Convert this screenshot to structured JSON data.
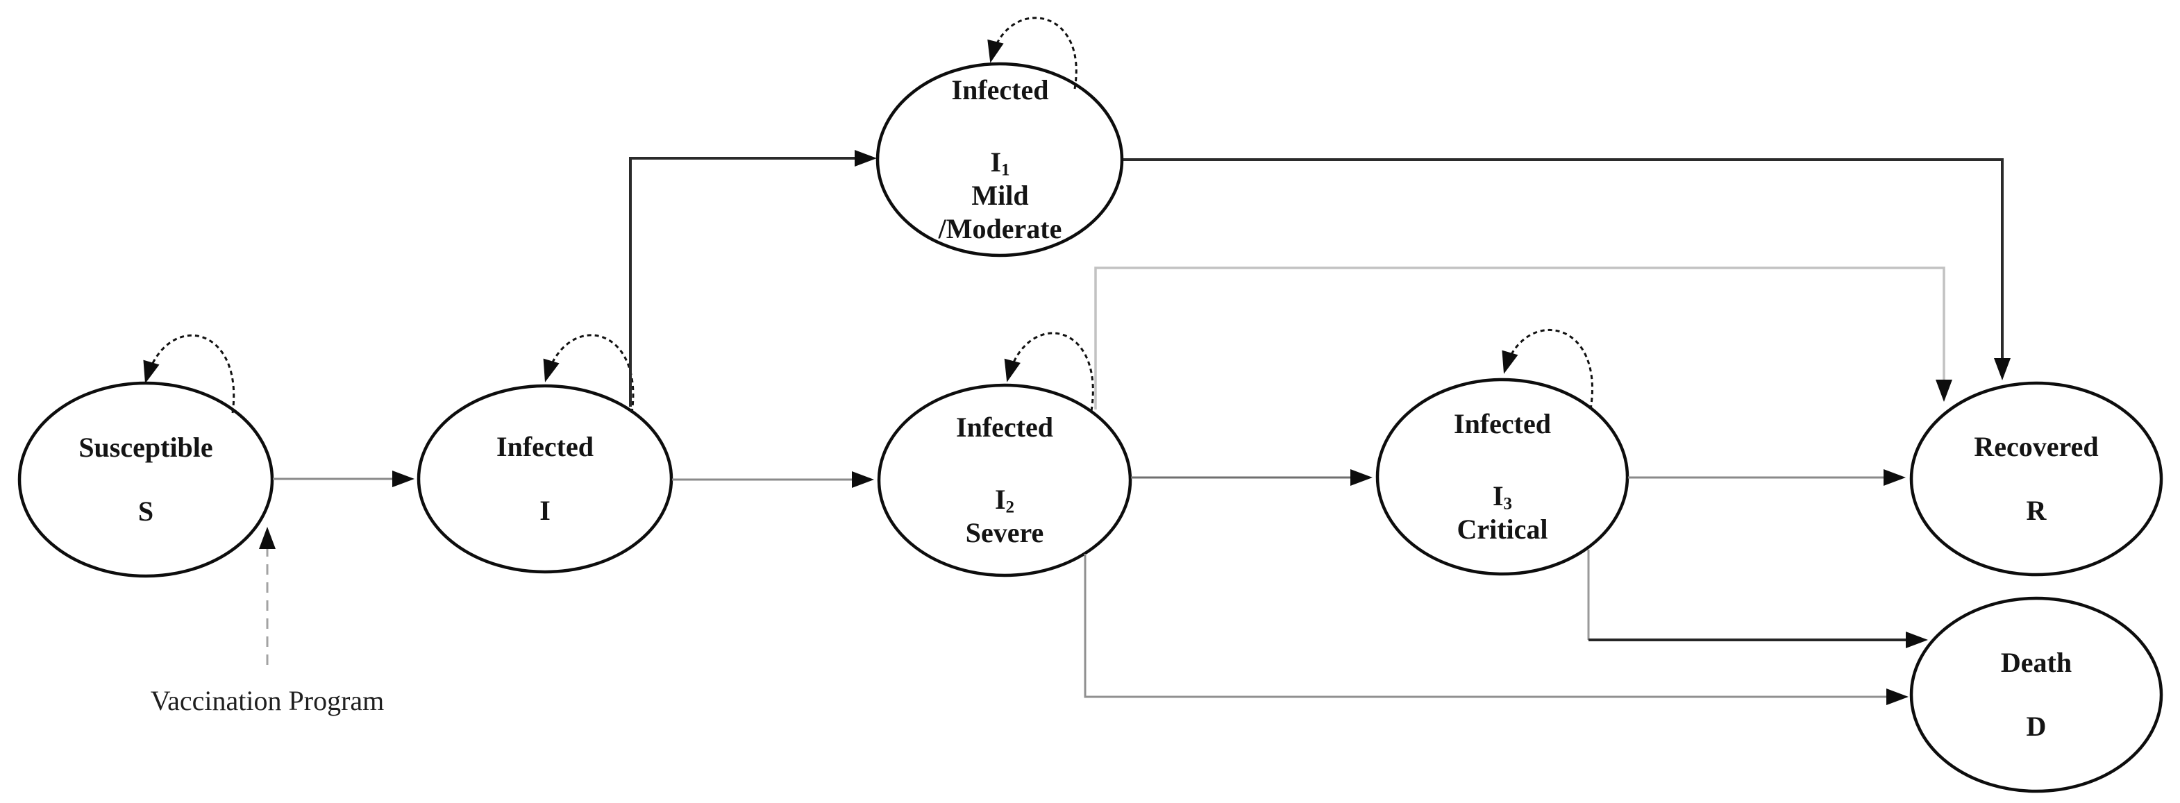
{
  "diagram": {
    "kind": "epidemic-compartment-state-diagram",
    "background": "#ffffff"
  },
  "nodes": {
    "susceptible": {
      "title": "Susceptible",
      "symbol": "S",
      "symbol_sub": ""
    },
    "infected": {
      "title": "Infected",
      "symbol": "I",
      "symbol_sub": ""
    },
    "infected_mild": {
      "title": "Infected",
      "symbol": "I",
      "symbol_sub": "1",
      "line2": "Mild",
      "line3": "/Moderate"
    },
    "infected_severe": {
      "title": "Infected",
      "symbol": "I",
      "symbol_sub": "2",
      "line2": "Severe"
    },
    "infected_critical": {
      "title": "Infected",
      "symbol": "I",
      "symbol_sub": "3",
      "line2": "Critical"
    },
    "recovered": {
      "title": "Recovered",
      "symbol": "R",
      "symbol_sub": ""
    },
    "death": {
      "title": "Death",
      "symbol": "D",
      "symbol_sub": ""
    }
  },
  "annotations": {
    "vaccination_label": "Vaccination Program"
  },
  "edges": [
    {
      "from": "Susceptible",
      "to": "Susceptible",
      "kind": "self-loop",
      "line": "dashed"
    },
    {
      "from": "Infected I",
      "to": "Infected I",
      "kind": "self-loop",
      "line": "dashed"
    },
    {
      "from": "Infected I1 Mild/Moderate",
      "to": "Infected I1 Mild/Moderate",
      "kind": "self-loop",
      "line": "dashed"
    },
    {
      "from": "Infected I2 Severe",
      "to": "Infected I2 Severe",
      "kind": "self-loop",
      "line": "dashed"
    },
    {
      "from": "Infected I3 Critical",
      "to": "Infected I3 Critical",
      "kind": "self-loop",
      "line": "dashed"
    },
    {
      "from": "Susceptible",
      "to": "Infected I",
      "kind": "transition",
      "line": "solid-gray"
    },
    {
      "from": "Infected I",
      "to": "Infected I1 Mild/Moderate",
      "kind": "transition",
      "line": "solid-black-elbow"
    },
    {
      "from": "Infected I",
      "to": "Infected I2 Severe",
      "kind": "transition",
      "line": "solid-gray"
    },
    {
      "from": "Infected I2 Severe",
      "to": "Infected I3 Critical",
      "kind": "transition",
      "line": "solid-gray"
    },
    {
      "from": "Infected I1 Mild/Moderate",
      "to": "Recovered",
      "kind": "transition",
      "line": "solid-black-elbow"
    },
    {
      "from": "Infected I2 Severe",
      "to": "Recovered",
      "kind": "transition",
      "line": "solid-light-gray-elbow"
    },
    {
      "from": "Infected I3 Critical",
      "to": "Recovered",
      "kind": "transition",
      "line": "solid-gray"
    },
    {
      "from": "Infected I2 Severe",
      "to": "Death",
      "kind": "transition",
      "line": "solid-gray-elbow"
    },
    {
      "from": "Infected I3 Critical",
      "to": "Death",
      "kind": "transition",
      "line": "solid-black-elbow"
    },
    {
      "from": "Vaccination Program",
      "to": "Susceptible",
      "kind": "annotation",
      "line": "dashed-gray"
    }
  ],
  "colors": {
    "node_outline": "#0d0d0d",
    "node_fill": "#ffffff",
    "text": "#141414",
    "dark_connector": "#2b2b2b",
    "gray_connector": "#8a8a8a",
    "light_gray_connector": "#c2c2c2",
    "dashed_annotation": "#a3a3a3",
    "arrowhead": "#0d0d0d"
  }
}
